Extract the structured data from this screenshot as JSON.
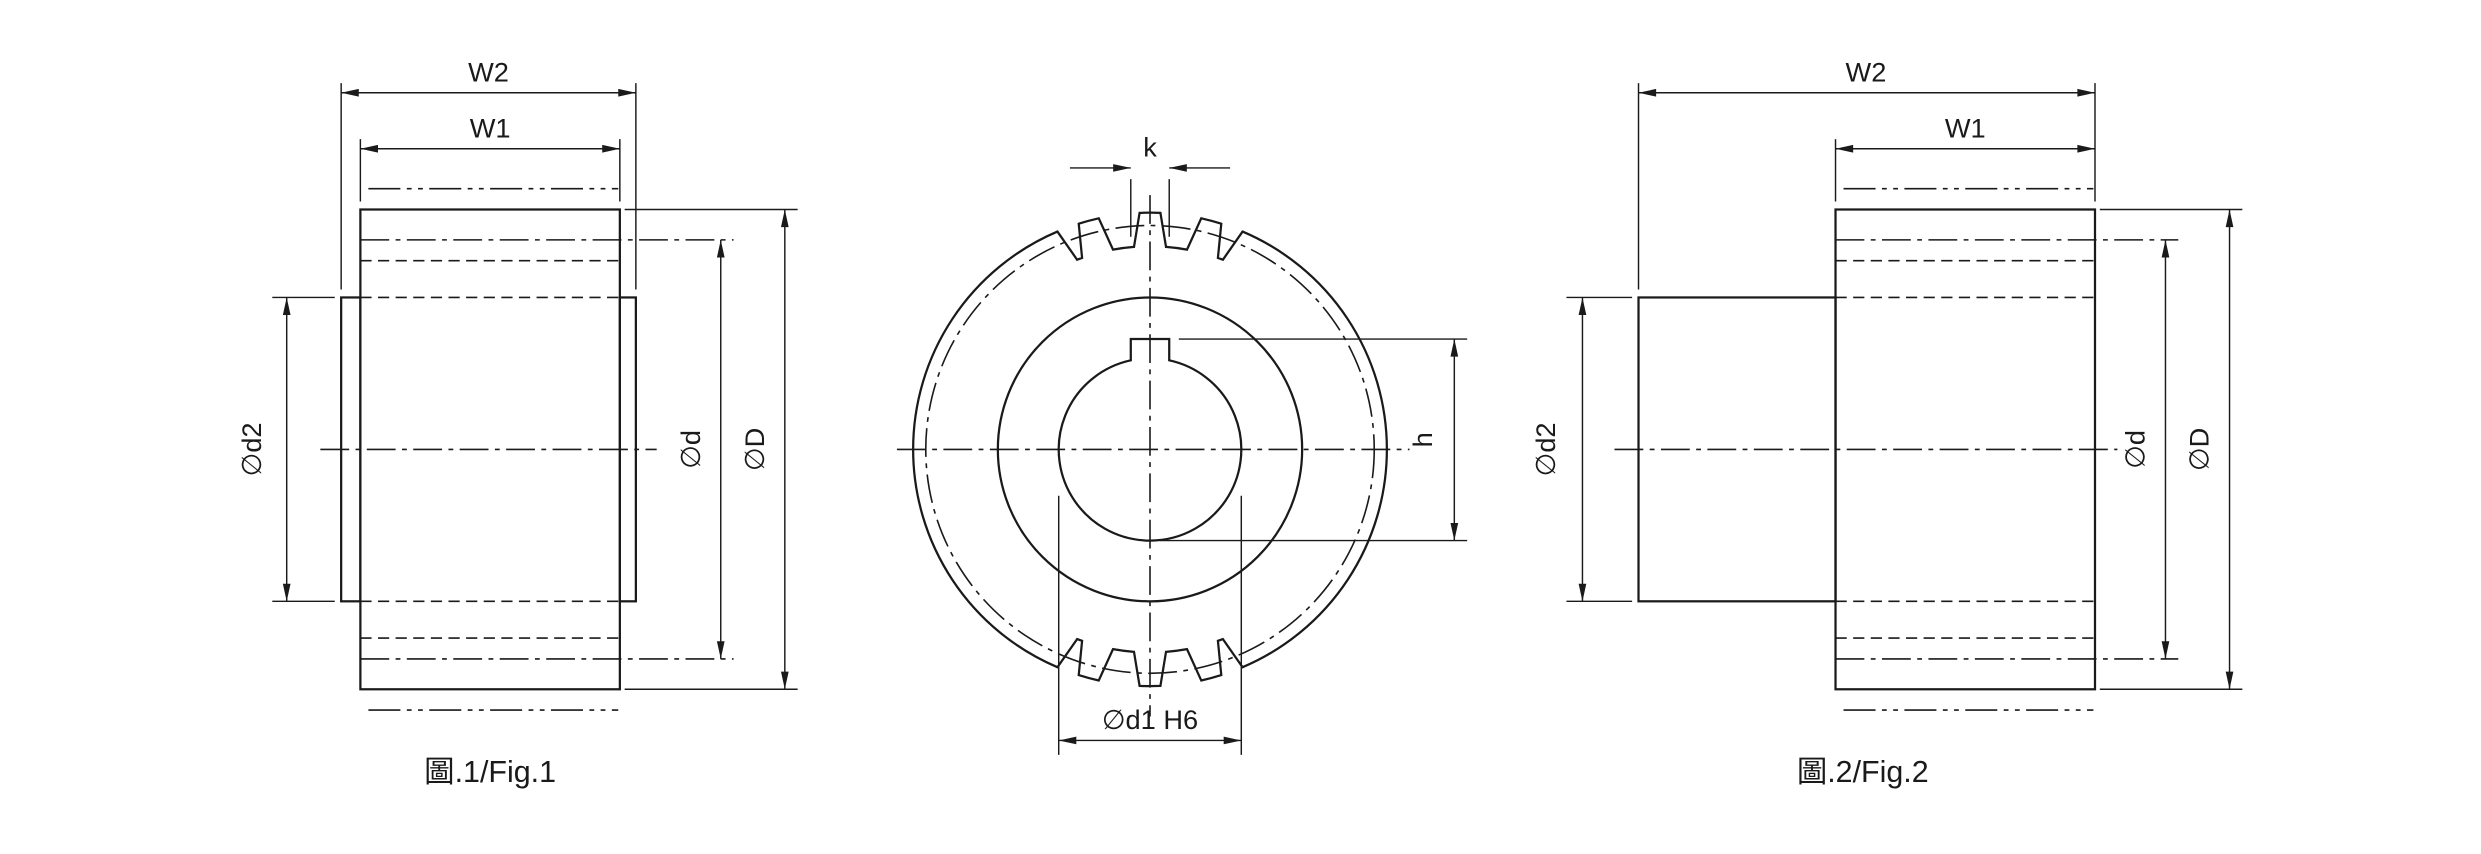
{
  "colors": {
    "line": "#1a1a1a",
    "background": "#ffffff"
  },
  "fig1": {
    "caption": "圖.1/Fig.1",
    "w2": "W2",
    "w1": "W1",
    "d2": "∅d2",
    "d": "∅d",
    "D": "∅D"
  },
  "front": {
    "k": "k",
    "h": "h",
    "d1": "∅d1 H6"
  },
  "fig2": {
    "caption": "圖.2/Fig.2",
    "w2": "W2",
    "w1": "W1",
    "d2": "∅d2",
    "d": "∅d",
    "D": "∅D"
  }
}
